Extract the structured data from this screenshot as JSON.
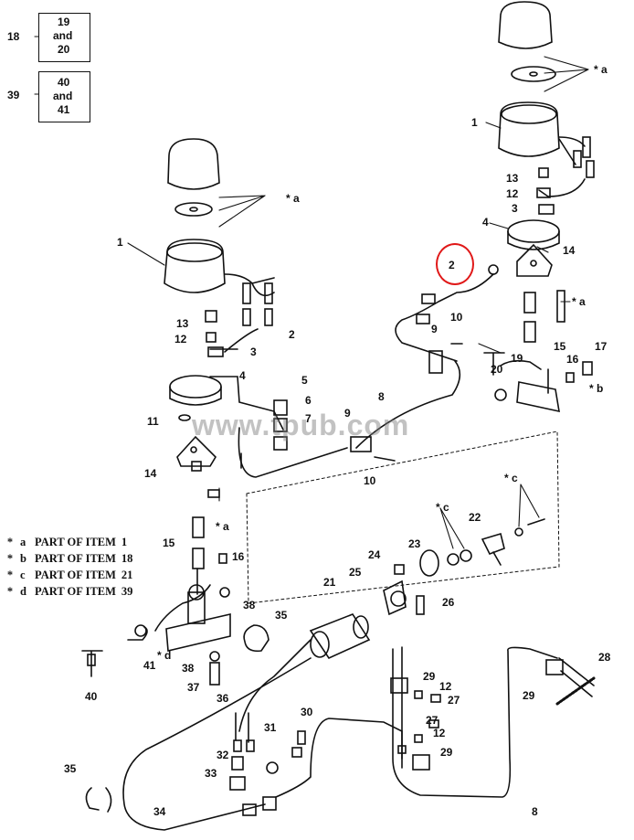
{
  "references": [
    {
      "num": "18",
      "lines": [
        "19",
        "and",
        "20"
      ]
    },
    {
      "num": "39",
      "lines": [
        "40",
        "and",
        "41"
      ]
    }
  ],
  "legend": [
    {
      "star": "*",
      "key": "a",
      "text": "PART OF ITEM",
      "item": "1"
    },
    {
      "star": "*",
      "key": "b",
      "text": "PART OF ITEM",
      "item": "18"
    },
    {
      "star": "*",
      "key": "c",
      "text": "PART OF ITEM",
      "item": "21"
    },
    {
      "star": "*",
      "key": "d",
      "text": "PART OF ITEM",
      "item": "39"
    }
  ],
  "watermark": "www.tpub.com",
  "highlight_color": "#e01818",
  "labels": {
    "l1a": "1",
    "l1b": "1",
    "l2a": "2",
    "l2b": "2",
    "l3a": "3",
    "l3b": "3",
    "l4a": "4",
    "l4b": "4",
    "l5": "5",
    "l6": "6",
    "l7": "7",
    "l8a": "8",
    "l8b": "8",
    "l9a": "9",
    "l9b": "9",
    "l10a": "10",
    "l10b": "10",
    "l11": "11",
    "l12a": "12",
    "l12b": "12",
    "l12c": "12",
    "l12d": "12",
    "l13a": "13",
    "l13b": "13",
    "l14a": "14",
    "l14b": "14",
    "l15a": "15",
    "l15b": "15",
    "l16a": "16",
    "l16b": "16",
    "l17": "17",
    "l19": "19",
    "l20": "20",
    "l21": "21",
    "l22": "22",
    "l23": "23",
    "l24": "24",
    "l25": "25",
    "l26": "26",
    "l27a": "27",
    "l27b": "27",
    "l28": "28",
    "l29a": "29",
    "l29b": "29",
    "l29c": "29",
    "l30": "30",
    "l31": "31",
    "l32": "32",
    "l33": "33",
    "l34": "34",
    "l35a": "35",
    "l35b": "35",
    "l36": "36",
    "l37": "37",
    "l38a": "38",
    "l38b": "38",
    "l40": "40",
    "l41": "41",
    "sa1": "* a",
    "sa2": "* a",
    "sa3": "* a",
    "sa4": "* a",
    "sb": "* b",
    "sc1": "* c",
    "sc2": "* c",
    "sd": "* d"
  }
}
